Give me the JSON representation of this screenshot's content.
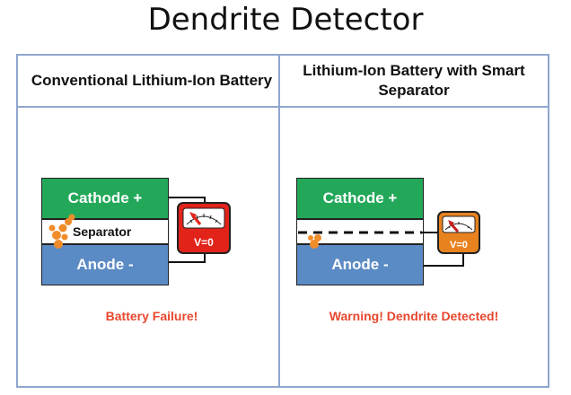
{
  "title": "Dendrite Detector",
  "panels": [
    {
      "header": "Conventional Lithium-Ion Battery",
      "cathode_label": "Cathode +",
      "separator_label": "Separator",
      "anode_label": "Anode -",
      "meter_reading": "V=0",
      "status": "Battery Failure!"
    },
    {
      "header": "Lithium-Ion Battery with Smart Separator",
      "cathode_label": "Cathode +",
      "anode_label": "Anode -",
      "meter_reading": "V=0",
      "status": "Warning! Dendrite Detected!"
    }
  ],
  "colors": {
    "cathode": "#23a85a",
    "anode": "#5b8bc4",
    "dendrite": "#f08c2a",
    "meter_red": "#e2231a",
    "meter_orange": "#e8821f",
    "status_text": "#e8472e",
    "panel_border": "#8fa6cf"
  }
}
